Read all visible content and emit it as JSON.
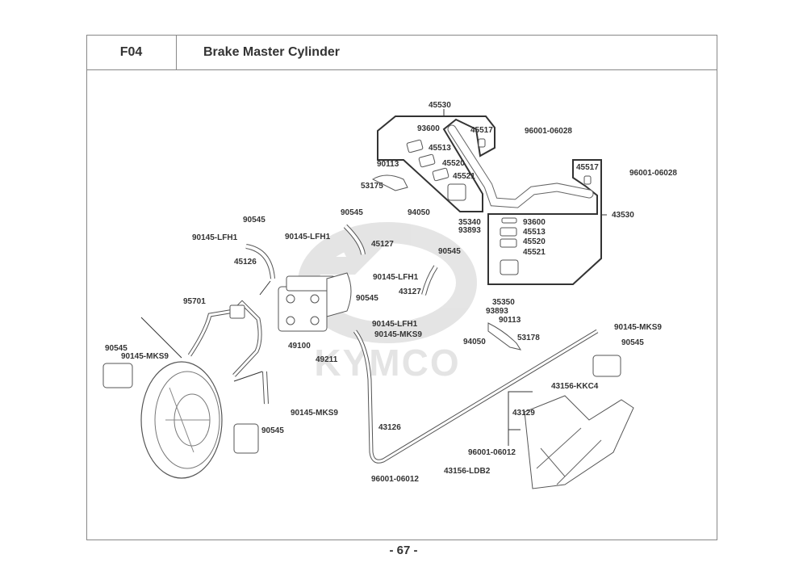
{
  "header": {
    "section_code": "F04",
    "title": "Brake Master Cylinder"
  },
  "footer": {
    "page_number": "- 67 -"
  },
  "watermark": {
    "brand": "KYMCO"
  },
  "callouts": {
    "c45530": "45530",
    "c93600a": "93600",
    "c45517a": "45517",
    "c96001_06028a": "96001-06028",
    "c45513a": "45513",
    "c45520a": "45520",
    "c45521a": "45521",
    "c90113a": "90113",
    "c53175": "53175",
    "c94050a": "94050",
    "c35340": "35340",
    "c93893a": "93893",
    "c45517b": "45517",
    "c96001_06028b": "96001-06028",
    "c43530": "43530",
    "c93600b": "93600",
    "c45513b": "45513",
    "c45520b": "45520",
    "c45521b": "45521",
    "c90545a": "90545",
    "c90145_lfh1a": "90145-LFH1",
    "c45126": "45126",
    "c90545b": "90545",
    "c90145_lfh1b": "90145-LFH1",
    "c45127": "45127",
    "c90545c": "90545",
    "c90145_lfh1c": "90145-LFH1",
    "c43127": "43127",
    "c95701": "95701",
    "c90545d": "90545",
    "c90145_lfh1d": "90145-LFH1",
    "c90145_mks9a": "90145-MKS9",
    "c49100": "49100",
    "c49211": "49211",
    "c35350": "35350",
    "c93893b": "93893",
    "c90113b": "90113",
    "c94050b": "94050",
    "c53178": "53178",
    "c90145_mks9b": "90145-MKS9",
    "c90545e": "90545",
    "c90545f": "90545",
    "c90145_mks9c": "90145-MKS9",
    "c90145_mks9d": "90145-MKS9",
    "c90545g": "90545",
    "c43156_kkc4": "43156-KKC4",
    "c43129": "43129",
    "c96001_06012a": "96001-06012",
    "c43126": "43126",
    "c43156_ldb2": "43156-LDB2",
    "c96001_06012b": "96001-06012"
  }
}
